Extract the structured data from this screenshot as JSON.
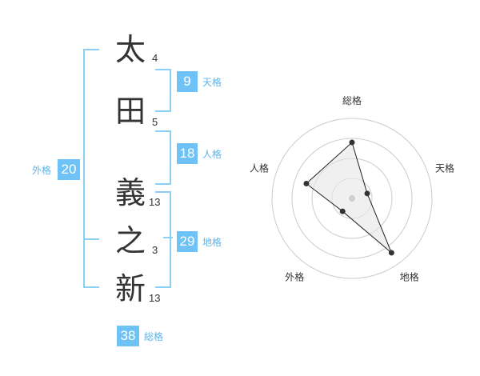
{
  "name": {
    "characters": [
      {
        "char": "太",
        "strokes": "4"
      },
      {
        "char": "田",
        "strokes": "5"
      },
      {
        "char": "義",
        "strokes": "13"
      },
      {
        "char": "之",
        "strokes": "3"
      },
      {
        "char": "新",
        "strokes": "13"
      }
    ]
  },
  "kaku": {
    "ten": {
      "value": "9",
      "label": "天格"
    },
    "jin": {
      "value": "18",
      "label": "人格"
    },
    "chi": {
      "value": "29",
      "label": "地格"
    },
    "gai": {
      "value": "20",
      "label": "外格"
    },
    "sou": {
      "value": "38",
      "label": "総格"
    }
  },
  "colors": {
    "accent": "#8ccff5",
    "box": "#6ec2f5",
    "label": "#5ab4ea",
    "text": "#333333",
    "ring": "#cccccc",
    "fill": "#e6e6e6"
  },
  "chart_data": {
    "type": "radar",
    "axes": [
      "総格",
      "天格",
      "地格",
      "外格",
      "人格"
    ],
    "values": [
      0.7,
      0.2,
      0.84,
      0.2,
      0.6
    ],
    "rings": 4
  }
}
